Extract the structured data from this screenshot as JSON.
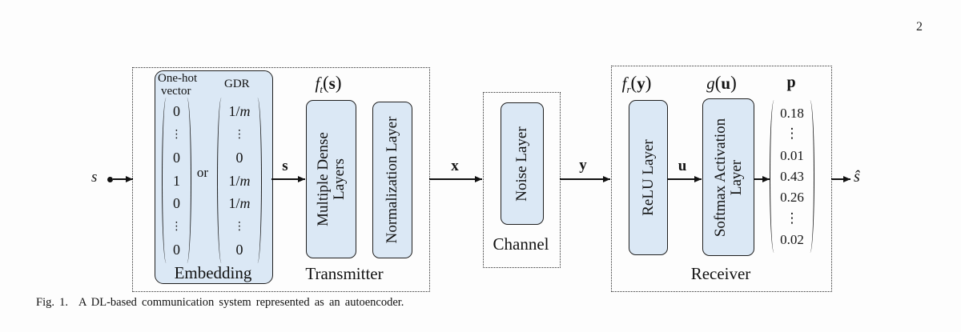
{
  "page_number": "2",
  "caption": {
    "fig": "Fig. 1.",
    "text": "A DL-based communication system represented as an autoencoder."
  },
  "colors": {
    "box_fill": "#dbe8f5",
    "box_border": "#1f1f1f"
  },
  "signals": {
    "input": "s",
    "s": "s",
    "x": "x",
    "y": "y",
    "u": "u",
    "output": "ŝ"
  },
  "transmitter": {
    "label": "Transmitter",
    "func": {
      "name": "f",
      "sub": "t",
      "open": "(",
      "arg": "s",
      "close": ")"
    },
    "embedding": {
      "label": "Embedding",
      "onehot_title_line1": "One-hot",
      "onehot_title_line2": "vector",
      "gdr_title": "GDR",
      "or_label": "or",
      "onehot_vector": [
        "0",
        "⋮",
        "0",
        "1",
        "0",
        "⋮",
        "0"
      ],
      "gdr_vector": [
        "1/m",
        "⋮",
        "0",
        "1/m",
        "1/m",
        "⋮",
        "0"
      ]
    },
    "dense_layer": {
      "lines": [
        "Multiple Dense",
        "Layers"
      ]
    },
    "norm_layer": {
      "lines": [
        "Normalization Layer"
      ]
    }
  },
  "channel": {
    "label": "Channel",
    "noise_layer": {
      "lines": [
        "Noise Layer"
      ]
    }
  },
  "receiver": {
    "label": "Receiver",
    "func_f": {
      "name": "f",
      "sub": "r",
      "open": "(",
      "arg": "y",
      "close": ")"
    },
    "func_g": {
      "name": "g",
      "sub": "",
      "open": "(",
      "arg": "u",
      "close": ")"
    },
    "relu_layer": {
      "lines": [
        "ReLU Layer"
      ]
    },
    "softmax_layer": {
      "lines": [
        "Softmax Activation",
        "Layer"
      ]
    },
    "p_label": "p",
    "p_vector": [
      "0.18",
      "⋮",
      "0.01",
      "0.43",
      "0.26",
      "⋮",
      "0.02"
    ]
  }
}
